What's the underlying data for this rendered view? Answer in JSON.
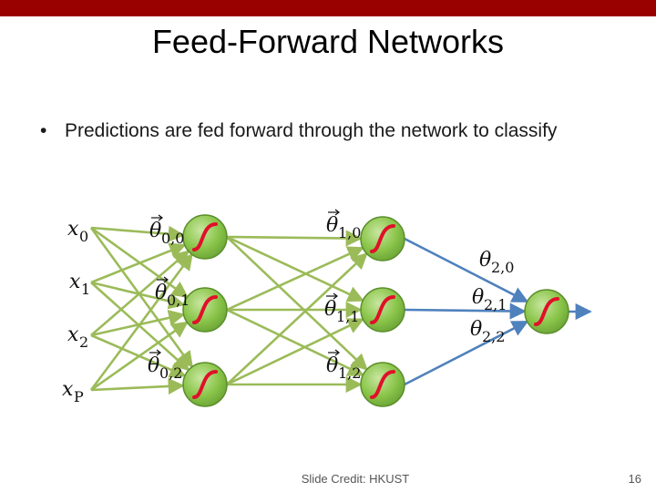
{
  "slide": {
    "title": "Feed-Forward Networks",
    "bullet_symbol": "•",
    "bullet_text": "Predictions are fed forward through the network to classify",
    "credit": "Slide Credit: HKUST",
    "page_number": "16"
  },
  "colors": {
    "header_bar": "#990000",
    "layer1_edges": "#9bbb59",
    "layer2_edges": "#4f81bd",
    "node_fill": "#8ac54a",
    "node_stroke": "#5a8e2a",
    "sigmoid": "#e0102a"
  },
  "diagram": {
    "inputs": [
      {
        "var": "x",
        "sub": "0"
      },
      {
        "var": "x",
        "sub": "1"
      },
      {
        "var": "x",
        "sub": "2"
      },
      {
        "var": "x",
        "sub": "P"
      }
    ],
    "hidden1_labels": [
      {
        "var": "θ",
        "sub": "0,0",
        "vec": true
      },
      {
        "var": "θ",
        "sub": "0,1",
        "vec": true
      },
      {
        "var": "θ",
        "sub": "0,2",
        "vec": true
      }
    ],
    "hidden2_labels": [
      {
        "var": "θ",
        "sub": "1,0",
        "vec": true
      },
      {
        "var": "θ",
        "sub": "1,1",
        "vec": true
      },
      {
        "var": "θ",
        "sub": "1,2",
        "vec": true
      }
    ],
    "output_labels": [
      {
        "var": "θ",
        "sub": "2,0",
        "vec": false
      },
      {
        "var": "θ",
        "sub": "2,1",
        "vec": false
      },
      {
        "var": "θ",
        "sub": "2,2",
        "vec": false
      }
    ]
  }
}
